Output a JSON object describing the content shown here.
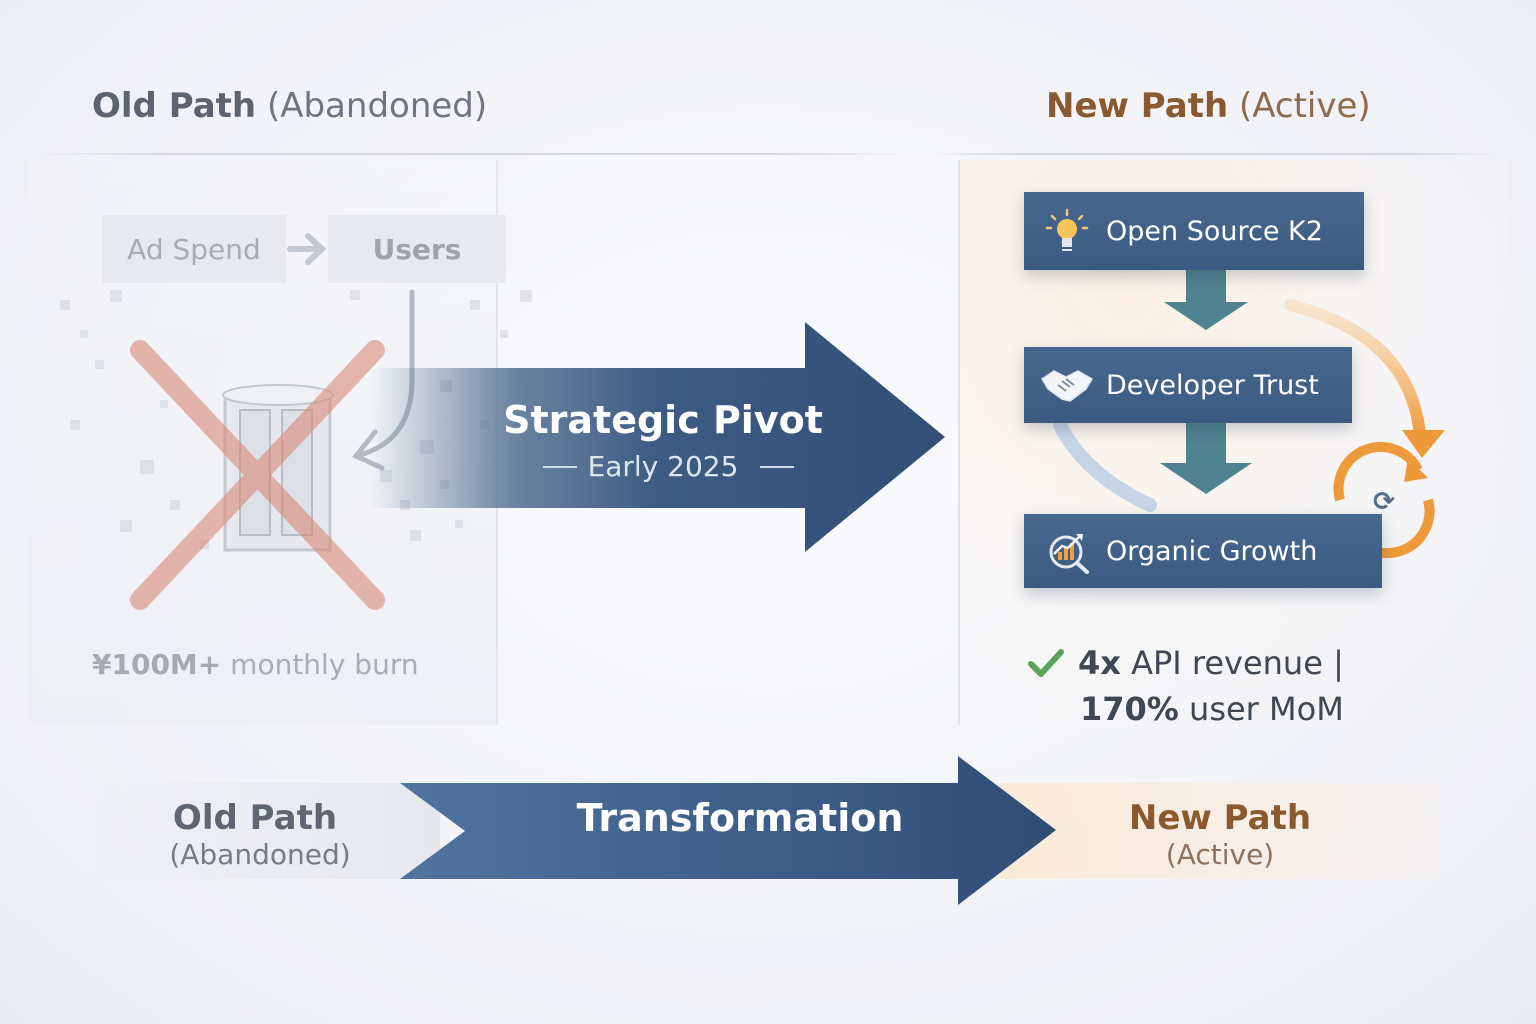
{
  "headers": {
    "old_strong": "Old Path",
    "old_paren": "(Abandoned)",
    "new_strong": "New Path",
    "new_paren": "(Active)"
  },
  "old_path": {
    "ad_spend": "Ad Spend",
    "users": "Users",
    "burn_amount": "¥100M+",
    "burn_text": "monthly burn"
  },
  "pivot": {
    "title": "Strategic Pivot",
    "date": "Early 2025"
  },
  "new_path": {
    "steps": [
      {
        "label": "Open Source K2",
        "icon": "lightbulb-icon"
      },
      {
        "label": "Developer Trust",
        "icon": "handshake-icon"
      },
      {
        "label": "Organic Growth",
        "icon": "growth-chart-icon"
      }
    ],
    "metric_line1_strong": "4x",
    "metric_line1_text": "API revenue |",
    "metric_line2_strong": "170%",
    "metric_line2_text": "user MoM"
  },
  "bottom": {
    "old_title": "Old Path",
    "old_sub": "(Abandoned)",
    "transformation": "Transformation",
    "new_title": "New Path",
    "new_sub": "(Active)"
  },
  "colors": {
    "navy": "#3d5c83",
    "accent_orange": "#f0a040",
    "teal": "#4e7f8c",
    "check_green": "#5aa35a",
    "cross_red": "#d88a78"
  }
}
